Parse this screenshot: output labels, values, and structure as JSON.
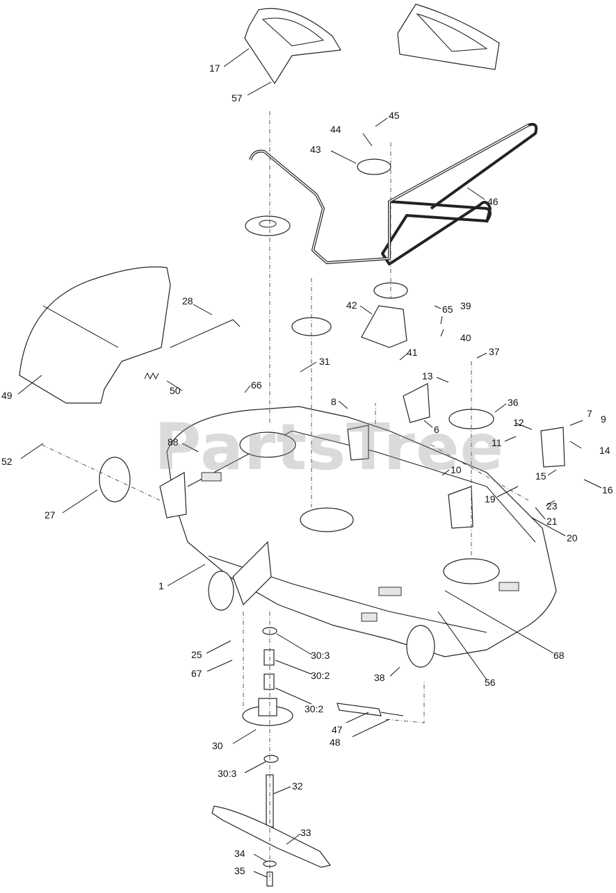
{
  "watermark": "PartsTree",
  "callouts": {
    "p1": "1",
    "p6": "6",
    "p7": "7",
    "p8": "8",
    "p9": "9",
    "p10": "10",
    "p11": "11",
    "p12": "12",
    "p13": "13",
    "p14": "14",
    "p15": "15",
    "p16": "16",
    "p17": "17",
    "p19": "19",
    "p20": "20",
    "p21": "21",
    "p23": "23",
    "p25": "25",
    "p27": "27",
    "p28": "28",
    "p30": "30",
    "p30_2a": "30:2",
    "p30_2b": "30:2",
    "p30_3a": "30:3",
    "p30_3b": "30:3",
    "p31": "31",
    "p32": "32",
    "p33": "33",
    "p34": "34",
    "p35": "35",
    "p36": "36",
    "p37": "37",
    "p38": "38",
    "p39": "39",
    "p40": "40",
    "p41": "41",
    "p42": "42",
    "p43": "43",
    "p44": "44",
    "p45": "45",
    "p46": "46",
    "p47": "47",
    "p48": "48",
    "p49": "49",
    "p50": "50",
    "p52": "52",
    "p56": "56",
    "p57": "57",
    "p65": "65",
    "p66": "66",
    "p67": "67",
    "p68": "68",
    "p88": "88"
  }
}
